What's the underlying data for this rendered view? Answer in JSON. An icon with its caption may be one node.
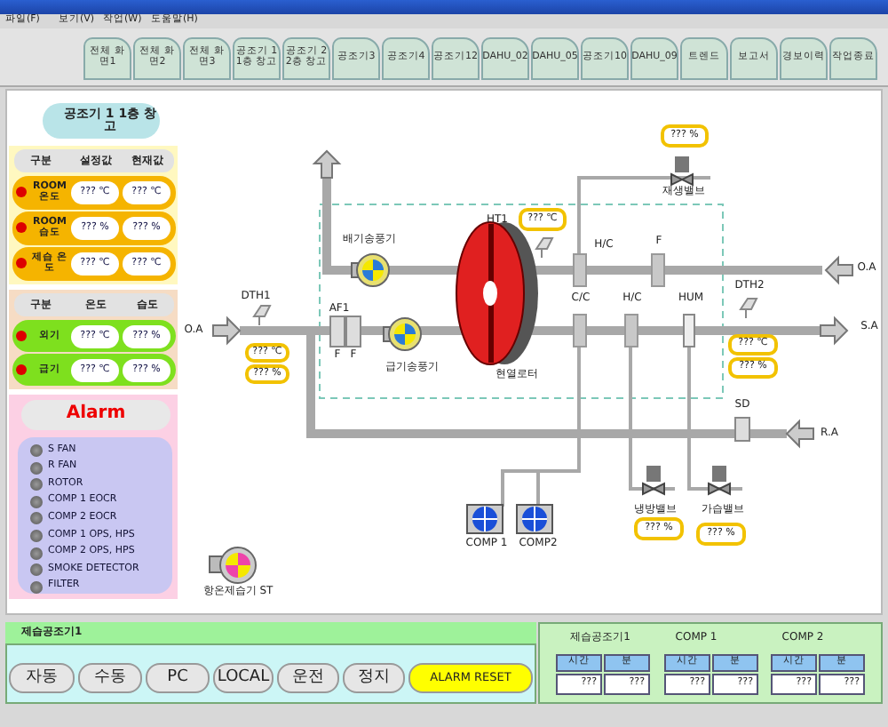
{
  "diagram": {
    "labels": [
      "파일(F)",
      "보기(V)",
      "작업(W)",
      "도움말(H)",
      "전체 화면1",
      "전체 화면2",
      "전체 화면3",
      "공조기 1 1층 창고",
      "공조기 2 2층 창고",
      "공조기3",
      "공조기4",
      "공조기12",
      "DAHU_02",
      "DAHU_05",
      "공조기10",
      "DAHU_09",
      "트렌드",
      "보고서",
      "경보이력",
      "작업종료",
      "공조기 1 1층 창고",
      "구분",
      "설정값",
      "현재값",
      "ROOM 온도",
      "??? ℃",
      "??? ℃",
      "ROOM 습도",
      "??? %",
      "??? %",
      "제습 온도",
      "??? ℃",
      "??? ℃",
      "구분",
      "온도",
      "습도",
      "외기",
      "??? ℃",
      "??? %",
      "급기",
      "??? ℃",
      "??? %",
      "Alarm",
      "S FAN",
      "R FAN",
      "ROTOR",
      "COMP 1 EOCR",
      "COMP 2 EOCR",
      "COMP 1 OPS, HPS",
      "COMP 2 OPS, HPS",
      "SMOKE DETECTOR",
      "FILTER",
      "??? %",
      "재생밸브",
      "HT1",
      "??? ℃",
      "배기송풍기",
      "H/C",
      "F",
      "O.A",
      "DTH1",
      "DTH2",
      "AF1",
      "C/C",
      "H/C",
      "HUM",
      "O.A",
      "S.A",
      "??? ℃",
      "??? %",
      "??? ℃",
      "??? %",
      "F",
      "F",
      "급기송풍기",
      "현열로터",
      "SD",
      "R.A",
      "냉방밸브",
      "가습밸브",
      "??? %",
      "??? %",
      "COMP 1",
      "COMP2",
      "항온제습기 ST",
      "제습공조기1",
      "자동",
      "수동",
      "PC",
      "LOCAL",
      "운전",
      "정지",
      "ALARM RESET",
      "제습공조기1",
      "COMP 1",
      "COMP 2",
      "시간",
      "분",
      "시간",
      "분",
      "시간",
      "분",
      "???",
      "???",
      "???",
      "???",
      "???",
      "???"
    ]
  }
}
